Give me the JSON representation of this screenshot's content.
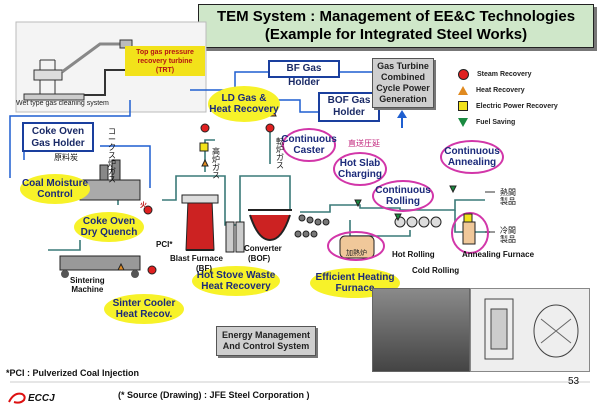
{
  "title": {
    "line1": "TEM System : Management of EE&C Technologies",
    "line2": "(Example for Integrated Steel Works)"
  },
  "trt_label": {
    "line1": "Top gas pressure",
    "line2": "recovery turbine",
    "line3": "(TRT)"
  },
  "wet_gas": "Wet type gas cleaning system",
  "holders": {
    "bf": "BF Gas Holder",
    "bof_line1": "BOF Gas",
    "bof_line2": "Holder",
    "coke_line1": "Coke Oven",
    "coke_line2": "Gas Holder"
  },
  "gas_turbine": {
    "line1": "Gas Turbine",
    "line2": "Combined",
    "line3": "Cycle Power",
    "line4": "Generation"
  },
  "legend": [
    {
      "label": "Steam Recovery",
      "symbol": "red-circle",
      "color": "#e02020"
    },
    {
      "label": "Heat Recovery",
      "symbol": "orange-triangle",
      "color": "#e08a20"
    },
    {
      "label": "Electric Power Recovery",
      "symbol": "yellow-square",
      "color": "#f2e21a"
    },
    {
      "label": "Fuel Saving",
      "symbol": "green-triangle",
      "color": "#1a8a40"
    }
  ],
  "technologies": {
    "ld_gas": {
      "line1": "LD Gas &",
      "line2": "Heat Recovery"
    },
    "coal_moisture": {
      "line1": "Coal Moisture",
      "line2": "Control"
    },
    "coke_dry": {
      "line1": "Coke Oven",
      "line2": "Dry Quench"
    },
    "sinter_cooler": {
      "line1": "Sinter Cooler",
      "line2": "Heat Recov."
    },
    "hot_stove": {
      "line1": "Hot Stove Waste",
      "line2": "Heat Recovery"
    },
    "efficient_furnace": {
      "line1": "Efficient Heating",
      "line2": "Furnace"
    },
    "continuous_caster": {
      "line1": "Continuous",
      "line2": "Caster"
    },
    "hot_slab": {
      "line1": "Hot Slab",
      "line2": "Charging"
    },
    "continuous_rolling": {
      "line1": "Continuous",
      "line2": "Rolling"
    },
    "continuous_annealing": {
      "line1": "Continuous",
      "line2": "Annealing"
    }
  },
  "process_labels": {
    "coal": "原料炭",
    "coke_gas": "コークス炉ガス",
    "bf_gas": "高炉ガス",
    "converter_gas": "転炉ガス",
    "direct_transfer": "直送圧延",
    "blast_furnace": "Blast  Furnace",
    "blast_furnace_abbr": "(BF)",
    "converter": "Converter",
    "converter_abbr": "(BOF)",
    "sintering_line1": "Sintering",
    "sintering_line2": "Machine",
    "hot_rolling": "Hot Rolling",
    "cold_rolling": "Cold Rolling",
    "annealing_furnace": "Annealing Furnace",
    "hot_product_line1": "熱間",
    "hot_product_line2": "製品",
    "cold_product_line1": "冷間",
    "cold_product_line2": "製品",
    "fire": "火",
    "pci": "PCI*",
    "reheat": "加熱炉"
  },
  "ems": {
    "line1": "Energy Management",
    "line2": "And Control System"
  },
  "footnote": "*PCI : Pulverized Coal Injection",
  "source": "(* Source (Drawing) : JFE Steel Corporation  )",
  "logo": "ECCJ",
  "page_number": "53"
}
